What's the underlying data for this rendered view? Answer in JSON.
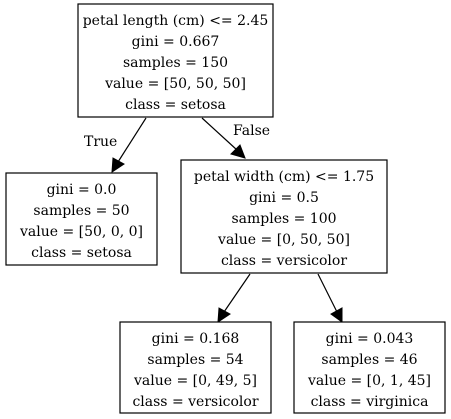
{
  "tree": {
    "nodes": [
      {
        "id": "root",
        "lines": [
          "petal length (cm) <= 2.45",
          "gini = 0.667",
          "samples = 150",
          "value = [50, 50, 50]",
          "class = setosa"
        ]
      },
      {
        "id": "setosa-leaf",
        "lines": [
          "gini = 0.0",
          "samples = 50",
          "value = [50, 0, 0]",
          "class = setosa"
        ]
      },
      {
        "id": "petal-width-split",
        "lines": [
          "petal width (cm) <= 1.75",
          "gini = 0.5",
          "samples = 100",
          "value = [0, 50, 50]",
          "class = versicolor"
        ]
      },
      {
        "id": "versicolor-leaf",
        "lines": [
          "gini = 0.168",
          "samples = 54",
          "value = [0, 49, 5]",
          "class = versicolor"
        ]
      },
      {
        "id": "virginica-leaf",
        "lines": [
          "gini = 0.043",
          "samples = 46",
          "value = [0, 1, 45]",
          "class = virginica"
        ]
      }
    ],
    "edges": [
      {
        "from": "root",
        "to": "setosa-leaf",
        "label": "True"
      },
      {
        "from": "root",
        "to": "petal-width-split",
        "label": "False"
      },
      {
        "from": "petal-width-split",
        "to": "versicolor-leaf",
        "label": ""
      },
      {
        "from": "petal-width-split",
        "to": "virginica-leaf",
        "label": ""
      }
    ]
  }
}
